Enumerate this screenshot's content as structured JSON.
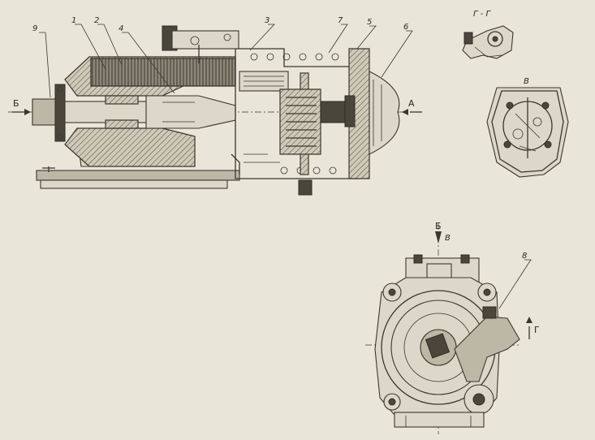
{
  "callouts": {
    "c9": "9",
    "c1": "1",
    "c2": "2",
    "c4": "4",
    "c3": "3",
    "c7": "7",
    "c5": "5",
    "c6": "6",
    "c8": "8"
  },
  "section_marks": {
    "left_b": "Б",
    "right_a": "А",
    "gg_title": "Г - Г",
    "view_v": "В",
    "front_b": "Б",
    "front_v": "В",
    "front_g": "Г"
  },
  "colors": {
    "paper": "#e9e5d8",
    "ink": "#3a372f"
  }
}
